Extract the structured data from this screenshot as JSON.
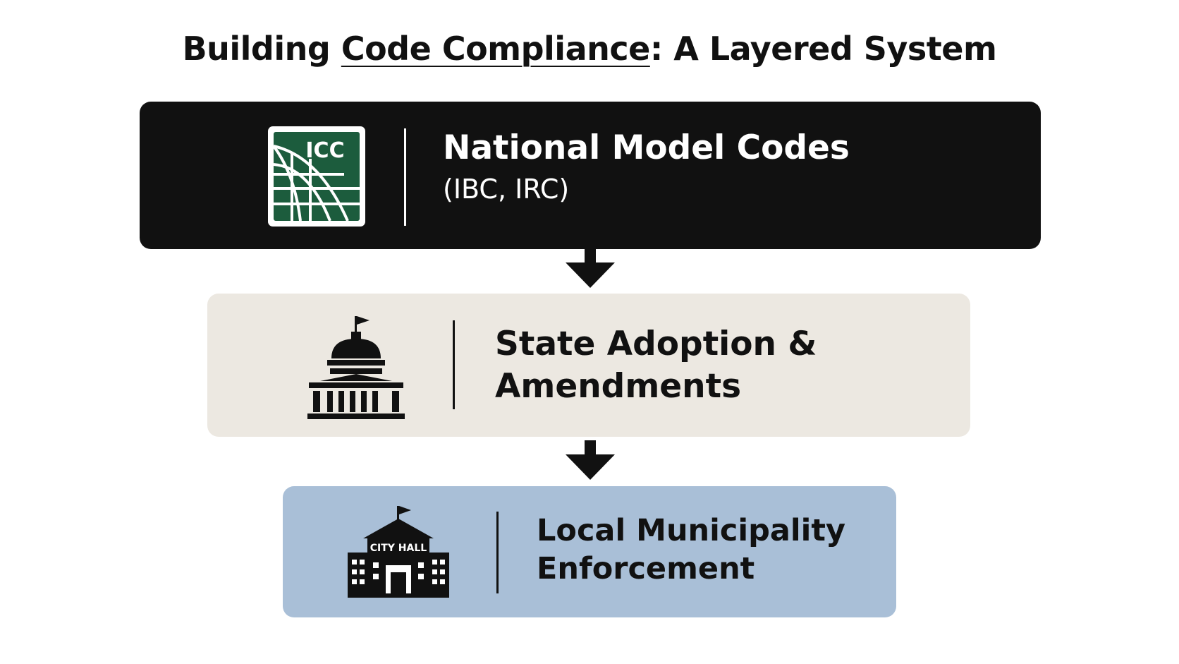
{
  "title": {
    "part1": "Building ",
    "underlined": "Code Compliance",
    "part2": ": A Layered System"
  },
  "layers": [
    {
      "heading": "National Model Codes",
      "subheading": "(IBC, IRC)",
      "icon": "icc-globe-logo-icon",
      "icon_text": "ICC",
      "bg_color": "#111111",
      "text_color": "#ffffff",
      "icon_color": "#1c5c3d"
    },
    {
      "heading_line1": "State Adoption &",
      "heading_line2": "Amendments",
      "icon": "capitol-building-icon",
      "bg_color": "#ece8e1",
      "text_color": "#111111"
    },
    {
      "heading_line1": "Local Municipality",
      "heading_line2": "Enforcement",
      "icon": "city-hall-icon",
      "icon_text": "CITY HALL",
      "bg_color": "#a9bfd7",
      "text_color": "#111111"
    }
  ],
  "connector_icon": "arrow-down-icon"
}
